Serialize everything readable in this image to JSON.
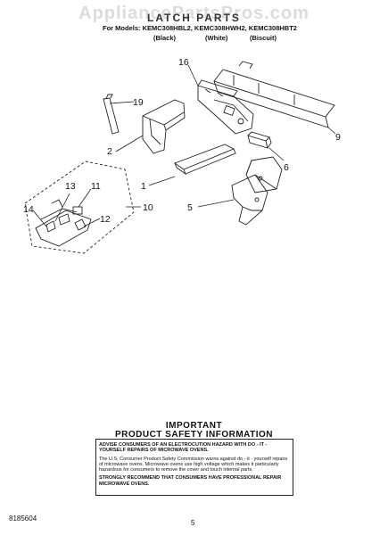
{
  "header": {
    "watermark": "AppliancePartsPros.com",
    "title": "LATCH PARTS",
    "models_line": "For Models: KEMC308HBL2, KEMC308HWH2, KEMC308HBT2",
    "variants": [
      "(Black)",
      "(White)",
      "(Biscuit)"
    ]
  },
  "diagram": {
    "callouts": [
      "16",
      "19",
      "2",
      "9",
      "6",
      "1",
      "13",
      "11",
      "10",
      "14",
      "12",
      "5"
    ]
  },
  "important": {
    "title_line1": "IMPORTANT",
    "title_line2": "PRODUCT SAFETY INFORMATION",
    "para1": "ADVISE CONSUMERS OF AN ELECTROCUTION HAZARD WITH DO - IT - YOURSELF REPAIRS OF MICROWAVE OVENS.",
    "para2": "The U.S. Consumer Product Safety Commission warns against do - it - yourself repairs of microwave ovens. Microwave ovens use high voltage which makes it particularly hazardous for consumers to remove the cover and touch internal parts.",
    "para3": "STRONGLY RECOMMEND THAT CONSUMERS HAVE PROFESSIONAL REPAIR MICROWAVE OVENS."
  },
  "footer": {
    "doc_number": "8185604",
    "page_number": "5"
  }
}
